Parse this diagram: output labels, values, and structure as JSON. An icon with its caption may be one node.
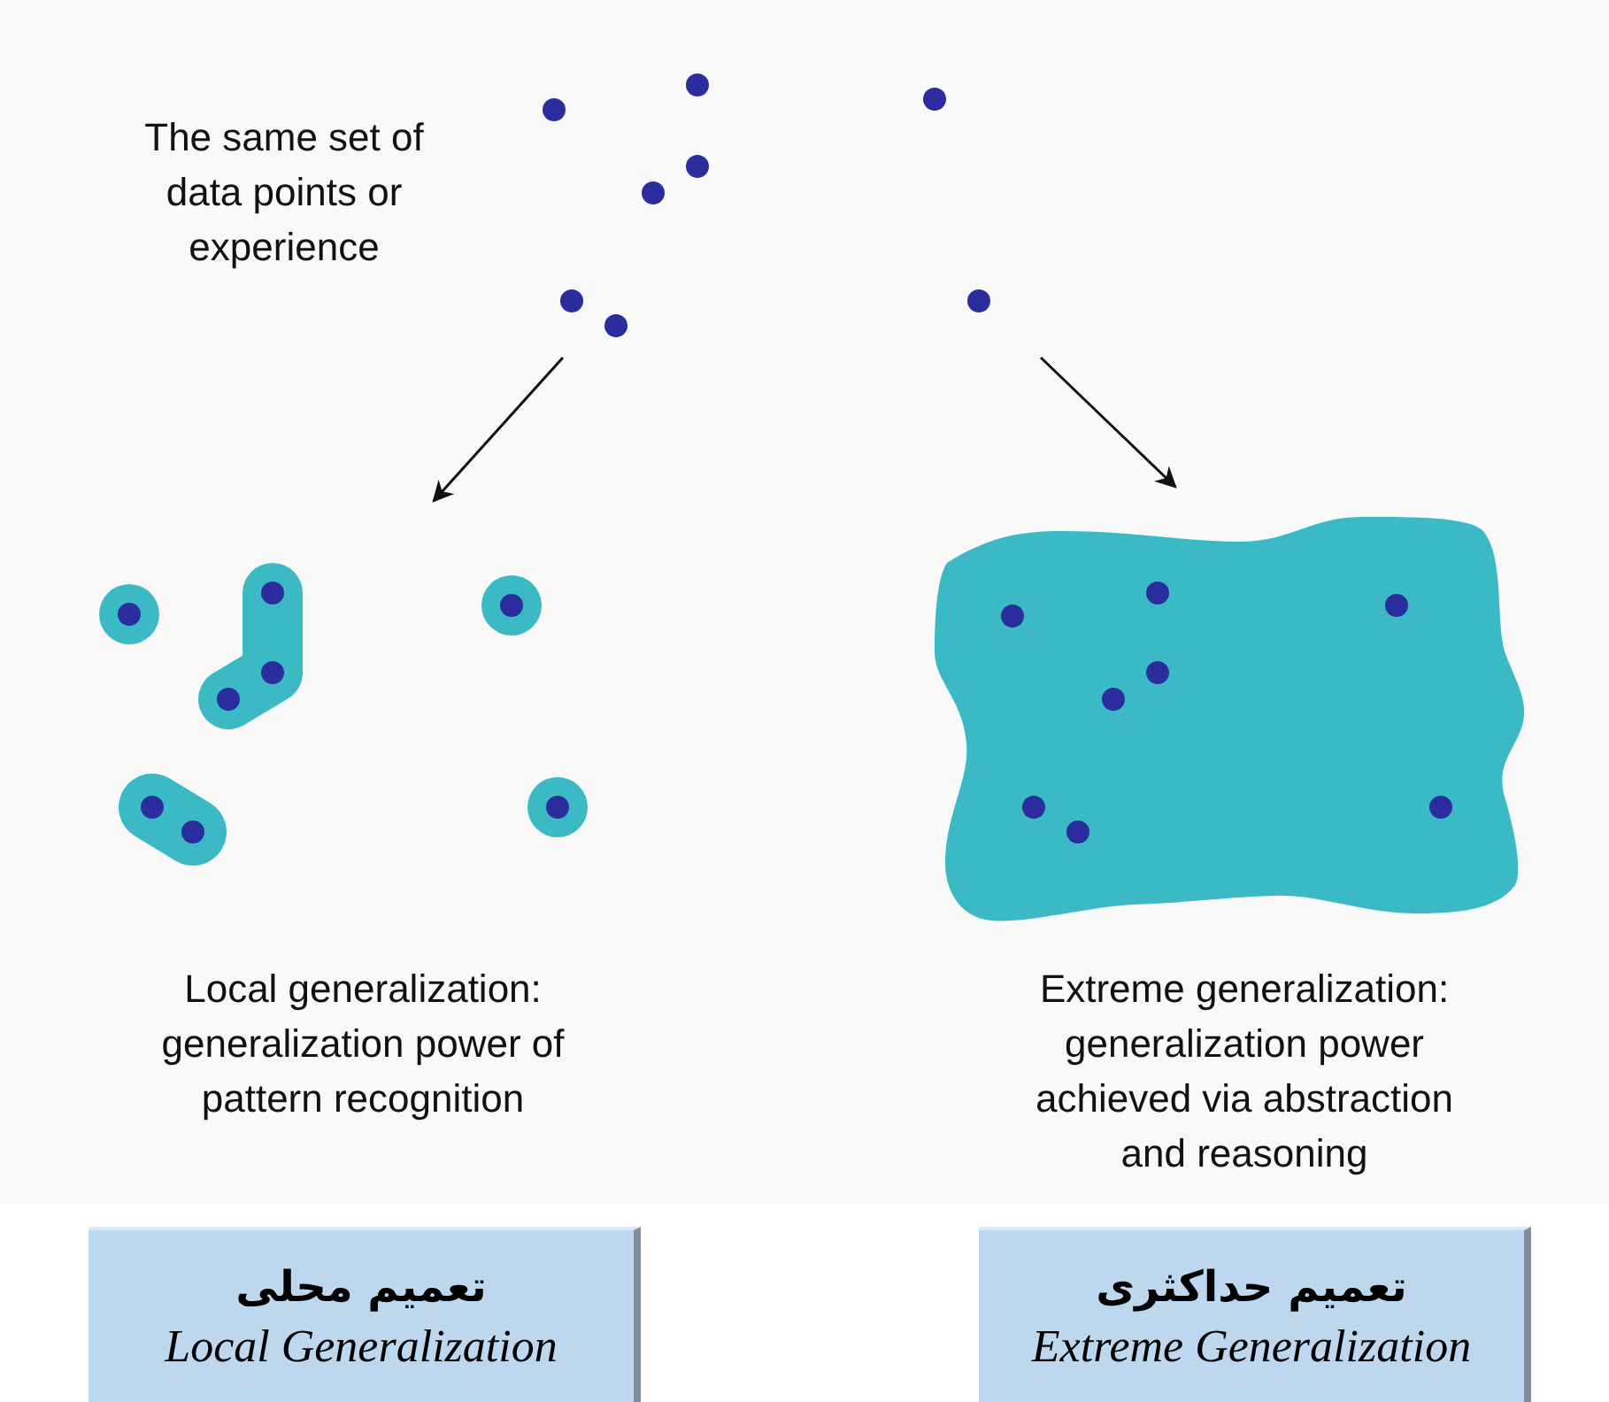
{
  "diagram": {
    "nodes": [
      {
        "text": [],
        "shape": "picture",
        "beside": [
          "The same set of data points or experience"
        ]
      },
      {
        "text": [],
        "shape": "picture",
        "beside": [
          "Local generalization: generalization power of pattern recognition"
        ]
      },
      {
        "text": [],
        "shape": "picture",
        "beside": [
          "Extreme generalization: generalization power achieved via abstraction and reasoning"
        ]
      },
      {
        "text": [
          "تعمیم محلی",
          "Local Generalization"
        ]
      },
      {
        "text": [
          "تعمیم حداکثری",
          "Extreme Generalization"
        ]
      }
    ],
    "edges": [
      {
        "from": 0,
        "to": 1,
        "arrow": "to"
      },
      {
        "from": 0,
        "to": 2,
        "arrow": "to"
      }
    ]
  }
}
